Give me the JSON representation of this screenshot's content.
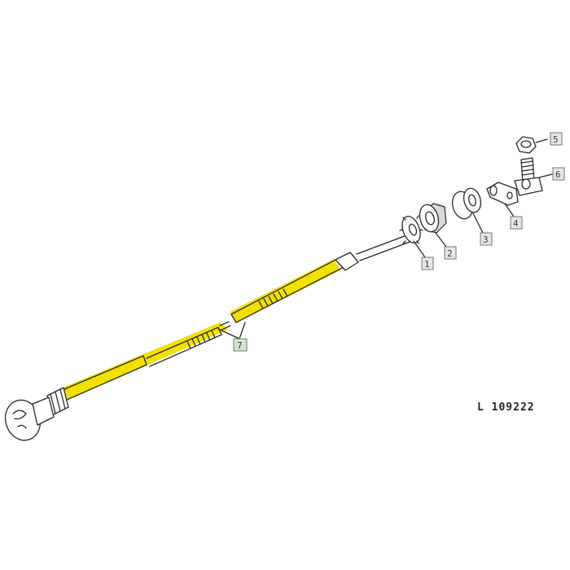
{
  "diagram": {
    "reference_number": "L 109222",
    "highlight_color": "#f2e100",
    "callout_box_color": "#e6e6e6",
    "highlighted_callout_color": "#cfe7cf",
    "callouts": [
      {
        "label": "1",
        "part": "lock washer"
      },
      {
        "label": "2",
        "part": "nut"
      },
      {
        "label": "3",
        "part": "grommet"
      },
      {
        "label": "4",
        "part": "bracket"
      },
      {
        "label": "5",
        "part": "hex nut"
      },
      {
        "label": "6",
        "part": "bolt"
      },
      {
        "label": "7",
        "part": "control cable"
      }
    ]
  }
}
